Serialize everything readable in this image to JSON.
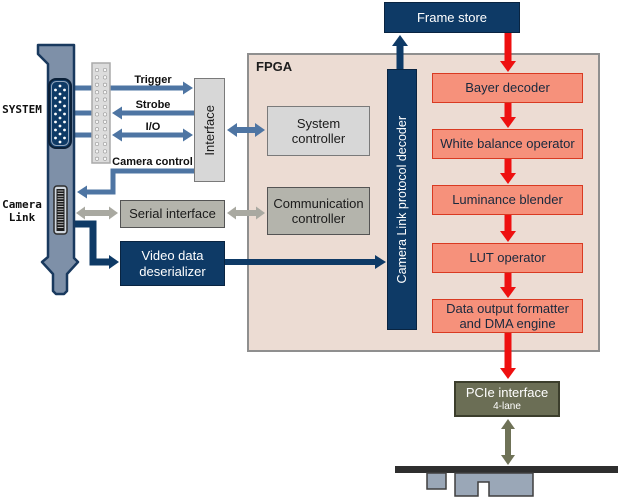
{
  "colors": {
    "navy": "#0e3a66",
    "steel_blue_arrow": "#4e75a3",
    "red_arrow": "#ee1010",
    "salmon_fill": "#f6917b",
    "salmon_border": "#d93a22",
    "olive": "#6b6e55",
    "gray_arrow": "#a9a9a1",
    "fpga_fill": "#ecdcd3",
    "bracket_fill": "#7e90a8"
  },
  "labels": {
    "fpga": "FPGA",
    "system": "SYSTEM",
    "camera_link": "Camera\nLink",
    "trigger": "Trigger",
    "strobe": "Strobe",
    "io": "I/O",
    "camera_control": "Camera control"
  },
  "blocks": {
    "frame_store": "Frame store",
    "interface": "Interface",
    "system_controller": "System controller",
    "communication_controller": "Communication controller",
    "serial_interface": "Serial interface",
    "video_deserializer": "Video data deserializer",
    "protocol_decoder": "Camera Link protocol decoder",
    "bayer": "Bayer decoder",
    "white_balance": "White balance operator",
    "luminance": "Luminance blender",
    "lut": "LUT operator",
    "dma": "Data output formatter and DMA engine",
    "pcie": "PCIe interface",
    "pcie_sub": "4-lane"
  }
}
